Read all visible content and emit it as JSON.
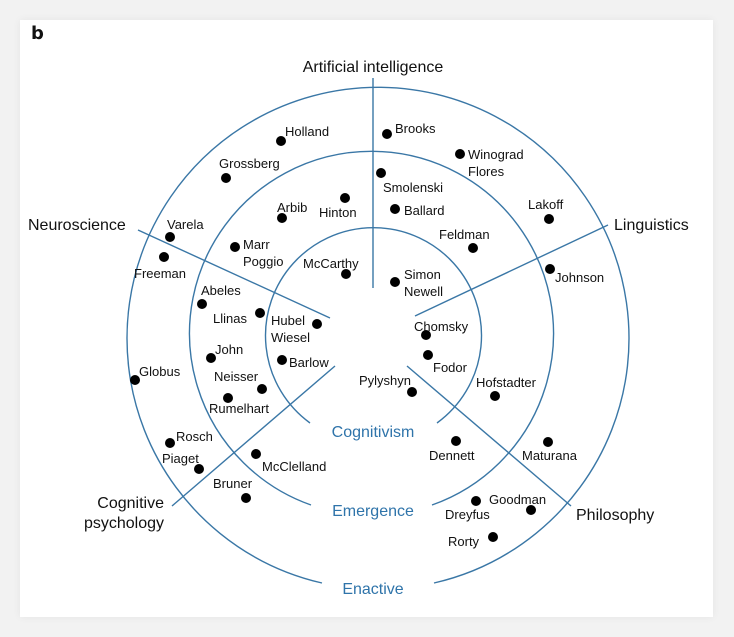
{
  "panel_label": "b",
  "colors": {
    "ring": "#3a77a6",
    "ring_label": "#2f74aa",
    "dot": "#000000",
    "text": "#111111"
  },
  "axes": [
    {
      "id": "ai",
      "label_lines": [
        "Artificial intelligence"
      ]
    },
    {
      "id": "neuroscience",
      "label_lines": [
        "Neuroscience"
      ]
    },
    {
      "id": "linguistics",
      "label_lines": [
        "Linguistics"
      ]
    },
    {
      "id": "cognitive-psychology",
      "label_lines": [
        "Cognitive",
        "psychology"
      ]
    },
    {
      "id": "philosophy",
      "label_lines": [
        "Philosophy"
      ]
    }
  ],
  "rings": [
    {
      "id": "cognitivism",
      "label": "Cognitivism"
    },
    {
      "id": "emergence",
      "label": "Emergence"
    },
    {
      "id": "enactive",
      "label": "Enactive"
    }
  ],
  "people": [
    {
      "id": "holland",
      "lines": [
        "Holland"
      ]
    },
    {
      "id": "brooks",
      "lines": [
        "Brooks"
      ]
    },
    {
      "id": "grossberg",
      "lines": [
        "Grossberg"
      ]
    },
    {
      "id": "winograd-flores",
      "lines": [
        "Winograd",
        "Flores"
      ]
    },
    {
      "id": "smolenski",
      "lines": [
        "Smolenski"
      ]
    },
    {
      "id": "arbib",
      "lines": [
        "Arbib"
      ]
    },
    {
      "id": "hinton",
      "lines": [
        "Hinton"
      ]
    },
    {
      "id": "ballard",
      "lines": [
        "Ballard"
      ]
    },
    {
      "id": "lakoff",
      "lines": [
        "Lakoff"
      ]
    },
    {
      "id": "varela",
      "lines": [
        "Varela"
      ]
    },
    {
      "id": "freeman",
      "lines": [
        "Freeman"
      ]
    },
    {
      "id": "marr-poggio",
      "lines": [
        "Marr",
        "Poggio"
      ]
    },
    {
      "id": "feldman",
      "lines": [
        "Feldman"
      ]
    },
    {
      "id": "mccarthy",
      "lines": [
        "McCarthy"
      ]
    },
    {
      "id": "simon-newell",
      "lines": [
        "Simon",
        "Newell"
      ]
    },
    {
      "id": "johnson",
      "lines": [
        "Johnson"
      ]
    },
    {
      "id": "abeles",
      "lines": [
        "Abeles"
      ]
    },
    {
      "id": "llinas",
      "lines": [
        "Llinas"
      ]
    },
    {
      "id": "hubel-wiesel",
      "lines": [
        "Hubel",
        "Wiesel"
      ]
    },
    {
      "id": "chomsky",
      "lines": [
        "Chomsky"
      ]
    },
    {
      "id": "john",
      "lines": [
        "John"
      ]
    },
    {
      "id": "barlow",
      "lines": [
        "Barlow"
      ]
    },
    {
      "id": "fodor",
      "lines": [
        "Fodor"
      ]
    },
    {
      "id": "globus",
      "lines": [
        "Globus"
      ]
    },
    {
      "id": "pylyshyn",
      "lines": [
        "Pylyshyn"
      ]
    },
    {
      "id": "neisser",
      "lines": [
        "Neisser"
      ]
    },
    {
      "id": "rumelhart",
      "lines": [
        "Rumelhart"
      ]
    },
    {
      "id": "hofstadter",
      "lines": [
        "Hofstadter"
      ]
    },
    {
      "id": "rosch",
      "lines": [
        "Rosch"
      ]
    },
    {
      "id": "dennett",
      "lines": [
        "Dennett"
      ]
    },
    {
      "id": "maturana",
      "lines": [
        "Maturana"
      ]
    },
    {
      "id": "piaget",
      "lines": [
        "Piaget"
      ]
    },
    {
      "id": "mcclelland",
      "lines": [
        "McClelland"
      ]
    },
    {
      "id": "bruner",
      "lines": [
        "Bruner"
      ]
    },
    {
      "id": "goodman",
      "lines": [
        "Goodman"
      ]
    },
    {
      "id": "dreyfus",
      "lines": [
        "Dreyfus"
      ]
    },
    {
      "id": "rorty",
      "lines": [
        "Rorty"
      ]
    }
  ]
}
